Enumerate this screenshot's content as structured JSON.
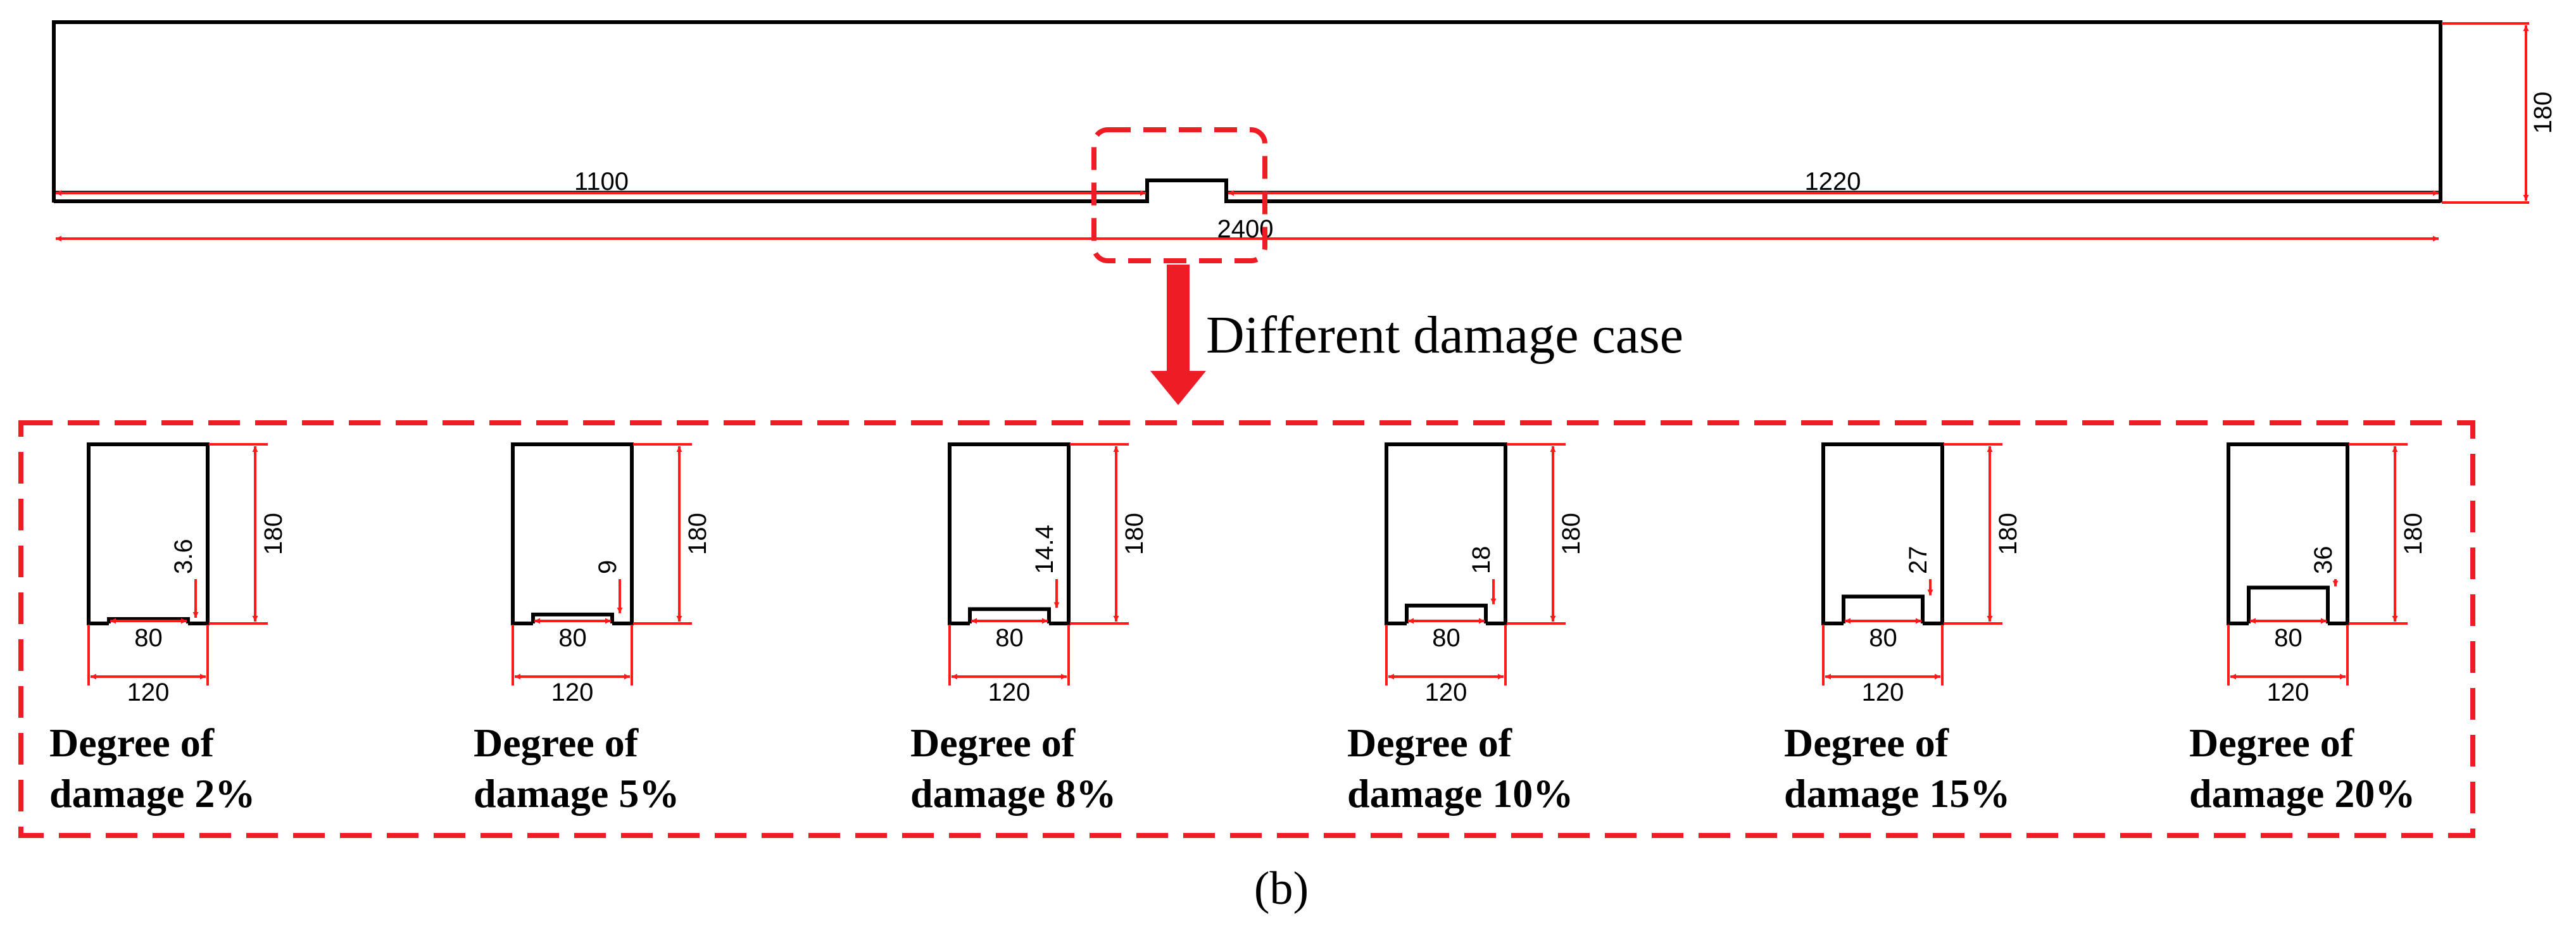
{
  "colors": {
    "outline": "#000000",
    "dimension": "#ff1a1a",
    "highlight": "#ee1c25"
  },
  "beam": {
    "dim_left": "1100",
    "dim_right": "1220",
    "dim_total": "2400",
    "dim_height": "180"
  },
  "caption": "Different damage case",
  "cases": [
    {
      "height": "180",
      "damage_depth": "3.6",
      "notch_width": "80",
      "width": "120",
      "label_line1": "Degree of",
      "label_line2": "damage 2%",
      "depth_value": 3.6
    },
    {
      "height": "180",
      "damage_depth": "9",
      "notch_width": "80",
      "width": "120",
      "label_line1": "Degree of",
      "label_line2": "damage 5%",
      "depth_value": 9
    },
    {
      "height": "180",
      "damage_depth": "14.4",
      "notch_width": "80",
      "width": "120",
      "label_line1": "Degree of",
      "label_line2": "damage 8%",
      "depth_value": 14.4
    },
    {
      "height": "180",
      "damage_depth": "18",
      "notch_width": "80",
      "width": "120",
      "label_line1": "Degree of",
      "label_line2": "damage 10%",
      "depth_value": 18
    },
    {
      "height": "180",
      "damage_depth": "27",
      "notch_width": "80",
      "width": "120",
      "label_line1": "Degree of",
      "label_line2": "damage 15%",
      "depth_value": 27
    },
    {
      "height": "180",
      "damage_depth": "36",
      "notch_width": "80",
      "width": "120",
      "label_line1": "Degree of",
      "label_line2": "damage 20%",
      "depth_value": 36
    }
  ],
  "subfigure_label": "(b)"
}
